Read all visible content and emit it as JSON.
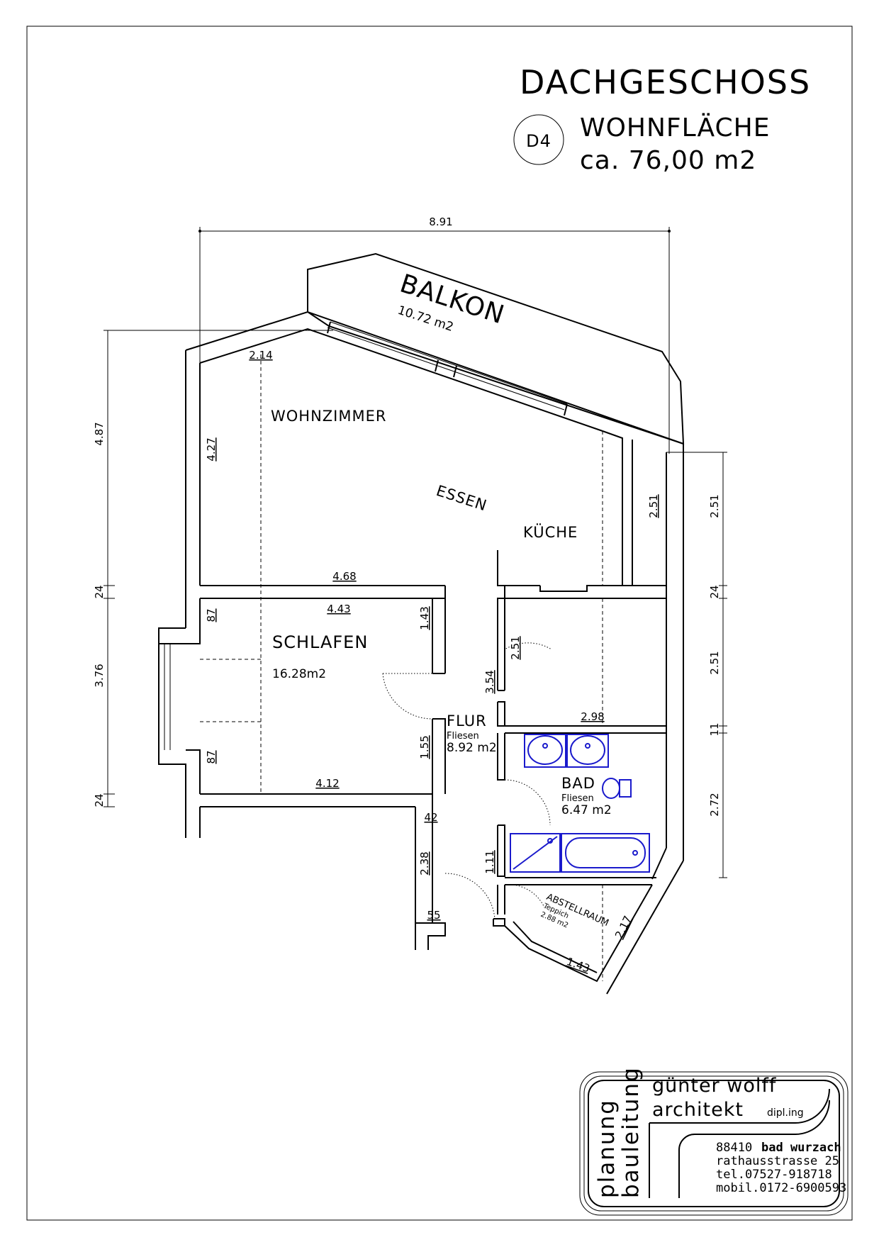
{
  "header": {
    "floor": "DACHGESCHOSS",
    "unit": "D4",
    "area_label": "WOHNFLÄCHE",
    "area_value": "ca. 76,00 m2"
  },
  "rooms": {
    "balkon": {
      "name": "BALKON",
      "area": "10.72 m2"
    },
    "wohnzimmer": {
      "name": "WOHNZIMMER"
    },
    "essen": {
      "name": "ESSEN"
    },
    "kueche": {
      "name": "KÜCHE"
    },
    "schlafen": {
      "name": "SCHLAFEN",
      "area": "16.28m2"
    },
    "flur": {
      "name": "FLUR",
      "floor": "Fliesen",
      "area": "8.92 m2"
    },
    "bad": {
      "name": "BAD",
      "floor": "Fliesen",
      "area": "6.47 m2"
    },
    "abstellraum": {
      "name": "ABSTELLRAUM",
      "floor": "Teppich",
      "area": "2.88 m2"
    }
  },
  "dimensions": {
    "top_total": "8.91",
    "left_wohn": "4.87",
    "left_wall1": "24",
    "left_schlafen": "3.76",
    "left_wall2": "24",
    "right_1": "2.51",
    "right_wall": "24",
    "right_2": "2.51",
    "right_3": "11",
    "right_4": "2.72",
    "wz_top": "2.14",
    "wz_left": "4.27",
    "wz_bottom": "4.68",
    "sch_top": "4.43",
    "sch_left_top": "87",
    "sch_right": "1.43",
    "sch_left_bottom": "87",
    "sch_door": "1.55",
    "sch_bottom": "4.12",
    "kitchen_col": "2.51",
    "room_mid_h": "2.51",
    "room_mid_left": "3.54",
    "room_mid_w": "2.98",
    "flur_42": "42",
    "flur_238": "2.38",
    "flur_55": "55",
    "bad_111": "1.11",
    "abst_217": "2.17",
    "abst_143": "1.43"
  },
  "titleblock": {
    "vertical_1": "planung",
    "vertical_2": "bauleitung",
    "name": "günter wolff",
    "title": "architekt",
    "degree": "dipl.ing",
    "zip": "88410",
    "city": "bad wurzach",
    "street": "rathausstrasse 25",
    "phone": "tel.07527-918718",
    "mobile": "mobil.0172-6900593"
  },
  "colors": {
    "lines": "#000000",
    "fixtures": "#1a1acc"
  }
}
